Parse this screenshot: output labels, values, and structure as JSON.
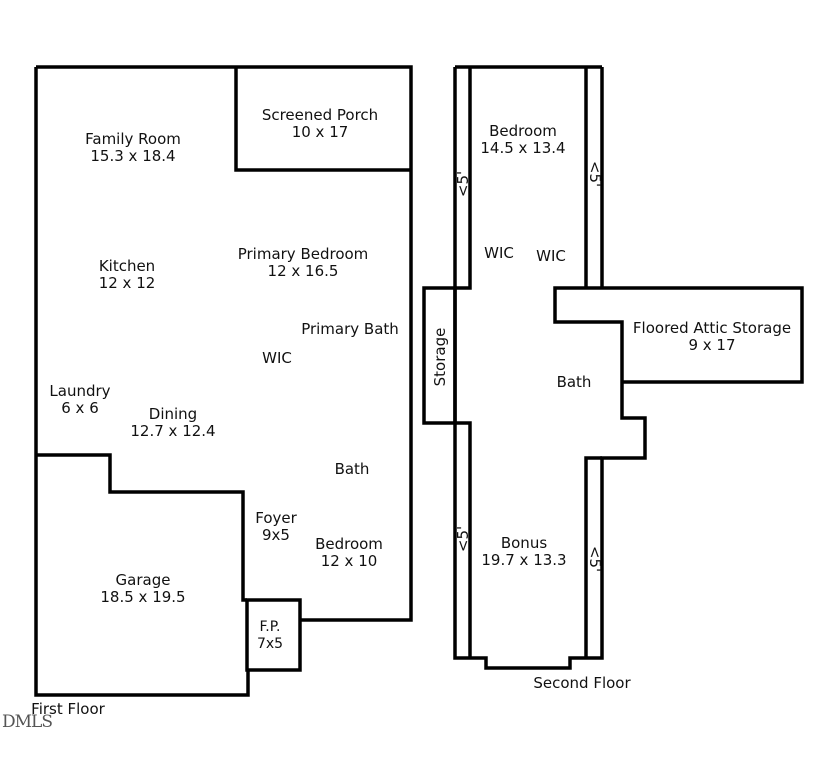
{
  "first_floor": {
    "title": "First Floor",
    "rooms": [
      {
        "name": "Family Room",
        "size": "15.3 x 18.4"
      },
      {
        "name": "Screened Porch",
        "size": "10 x 17"
      },
      {
        "name": "Kitchen",
        "size": "12 x 12"
      },
      {
        "name": "Primary Bedroom",
        "size": "12 x 16.5"
      },
      {
        "name": "Primary Bath",
        "size": ""
      },
      {
        "name": "WIC",
        "size": ""
      },
      {
        "name": "Laundry",
        "size": "6 x 6"
      },
      {
        "name": "Dining",
        "size": "12.7 x 12.4"
      },
      {
        "name": "Bath",
        "size": ""
      },
      {
        "name": "Foyer",
        "size": "9x5"
      },
      {
        "name": "Bedroom",
        "size": "12 x 10"
      },
      {
        "name": "Garage",
        "size": "18.5 x 19.5"
      },
      {
        "name": "F.P.",
        "size": "7x5"
      }
    ]
  },
  "second_floor": {
    "title": "Second Floor",
    "rooms": [
      {
        "name": "Bedroom",
        "size": "14.5 x 13.4"
      },
      {
        "name": "WIC",
        "size": ""
      },
      {
        "name": "WIC",
        "size": ""
      },
      {
        "name": "Storage",
        "size": ""
      },
      {
        "name": "Floored Attic Storage",
        "size": "9 x 17"
      },
      {
        "name": "Bath",
        "size": ""
      },
      {
        "name": "Bonus",
        "size": "19.7 x 13.3"
      }
    ],
    "low_ceiling_marks": [
      "<5'",
      "<5'",
      "<5'",
      "<5'"
    ]
  },
  "watermark": "DMLS"
}
